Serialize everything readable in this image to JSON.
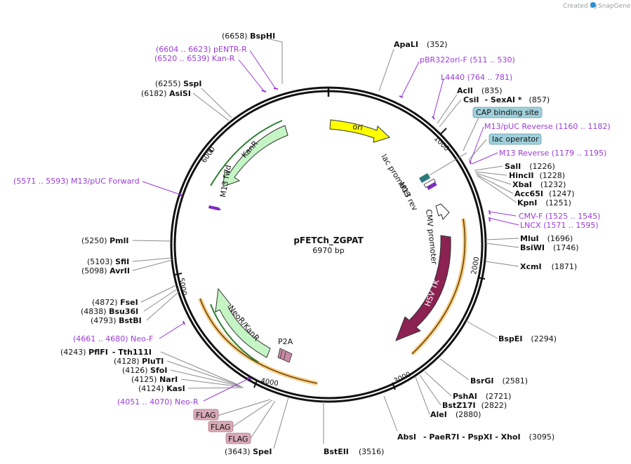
{
  "credit": {
    "prefix": "Created by",
    "brand": "SnapGene"
  },
  "plasmid": {
    "name": "pFETCh_ZGPAT",
    "size": "6970 bp"
  },
  "ticks": [
    "1000",
    "2000",
    "3000",
    "4000",
    "5000",
    "6000"
  ],
  "features": {
    "ori": "ori",
    "lac_promoter": "lac promoter",
    "m13_rev": "M13 rev",
    "cmv_promoter": "CMV promoter",
    "hsv_tk": "HSV TK",
    "kanr": "KanR",
    "m13_fwd": "M13 fwd",
    "neor_kanr": "NeoR/KanR",
    "p2a": "P2A"
  },
  "boxes": {
    "cap": "CAP binding site",
    "lac_operator": "lac operator",
    "flag1": "FLAG",
    "flag2": "FLAG",
    "flag3": "FLAG"
  },
  "sites": {
    "bsphi": {
      "pos": "(6658)",
      "name": "BspHI"
    },
    "sspi": {
      "pos": "(6255)",
      "name": "SspI"
    },
    "asisi": {
      "pos": "(6182)",
      "name": "AsiSI"
    },
    "apali": {
      "name": "ApaLI",
      "pos": "(352)"
    },
    "acli": {
      "name": "AclI",
      "pos": "(835)"
    },
    "csii": {
      "name": "CsiI",
      "extra": "- SexAI *",
      "pos": "(857)"
    },
    "sali": {
      "name": "SalI",
      "pos": "(1226)"
    },
    "hincii": {
      "name": "HincII",
      "pos": "(1228)"
    },
    "xbai": {
      "name": "XbaI",
      "pos": "(1232)"
    },
    "acc65i": {
      "name": "Acc65I",
      "pos": "(1247)"
    },
    "kpni": {
      "name": "KpnI",
      "pos": "(1251)"
    },
    "mlui": {
      "name": "MluI",
      "pos": "(1696)"
    },
    "bsiwi": {
      "name": "BsiWI",
      "pos": "(1746)"
    },
    "xcmi": {
      "name": "XcmI",
      "pos": "(1871)"
    },
    "bspei": {
      "name": "BspEI",
      "pos": "(2294)"
    },
    "bsrgi": {
      "name": "BsrGI",
      "pos": "(2581)"
    },
    "pshai": {
      "name": "PshAI",
      "pos": "(2721)"
    },
    "bstz17i": {
      "name": "BstZ17I",
      "pos": "(2822)"
    },
    "alei": {
      "name": "AleI",
      "pos": "(2880)"
    },
    "absi": {
      "name": "AbsI",
      "rest": "- PaeR7I  - PspXI  - XhoI",
      "pos": "(3095)"
    },
    "bsteii": {
      "name": "BstEII",
      "pos": "(3516)"
    },
    "spei": {
      "pos": "(3643)",
      "name": "SpeI"
    },
    "pmli": {
      "pos": "(5250)",
      "name": "PmlI"
    },
    "sfii": {
      "pos": "(5103)",
      "name": "SfiI"
    },
    "avrii": {
      "pos": "(5098)",
      "name": "AvrII"
    },
    "fsei": {
      "pos": "(4872)",
      "name": "FseI"
    },
    "bsu36i": {
      "pos": "(4838)",
      "name": "Bsu36I"
    },
    "bstbi": {
      "pos": "(4793)",
      "name": "BstBI"
    },
    "pflfi": {
      "pos": "(4243)",
      "name": "PflFI",
      "extra": "- Tth111I"
    },
    "pluti": {
      "pos": "(4128)",
      "name": "PluTI"
    },
    "sfoi": {
      "pos": "(4126)",
      "name": "SfoI"
    },
    "nari": {
      "pos": "(4125)",
      "name": "NarI"
    },
    "kasi": {
      "pos": "(4124)",
      "name": "KasI"
    }
  },
  "primers": {
    "pentr_r": "(6604 .. 6623)  pENTR-R",
    "kan_r": "(6520 .. 6539)  Kan-R",
    "pbr322ori_f": "pBR322ori-F    (511 .. 530)",
    "l4440": "L4440    (764 .. 781)",
    "m13puc_reverse": "M13/pUC Reverse    (1160 .. 1182)",
    "m13_reverse": "M13 Reverse    (1179 .. 1195)",
    "cmv_f": "CMV-F    (1525 .. 1545)",
    "lncx": "LNCX    (1571 .. 1595)",
    "m13puc_forward": "(5571 .. 5593)  M13/pUC Forward",
    "neo_f": "(4661 .. 4680)  Neo-F",
    "neo_r": "(4051 .. 4070)  Neo-R"
  },
  "colors": {
    "ori": "#ffff00",
    "hsv_tk": "#8b2252",
    "kanr": "#c5f5c5",
    "cap_box": "#9fd0dc",
    "flag_box": "#d9aab8",
    "primer": "#9a3bd8",
    "orf": "#f5b041"
  }
}
